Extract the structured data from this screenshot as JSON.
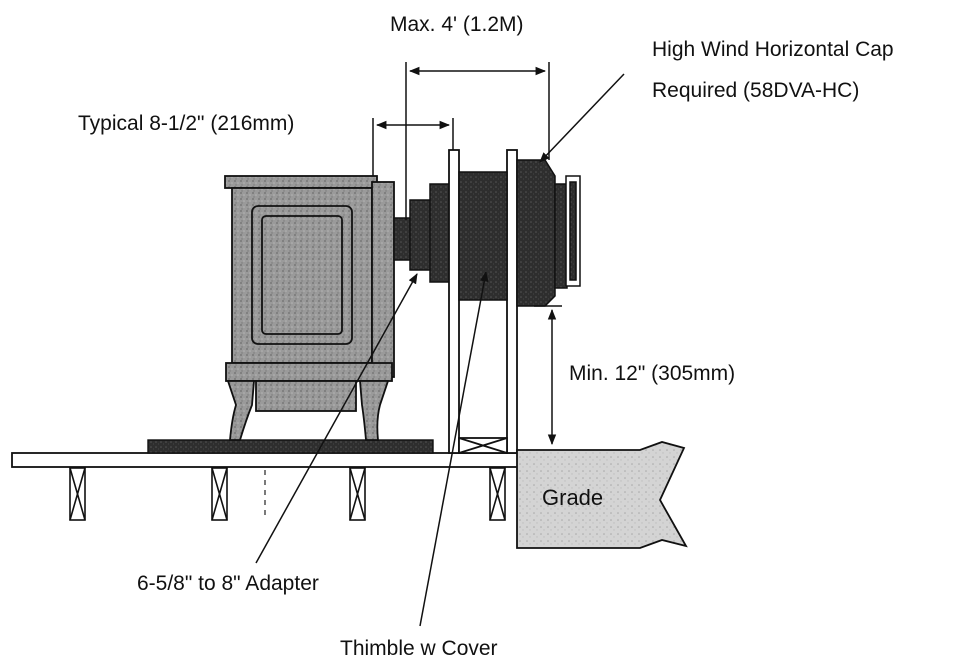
{
  "labels": {
    "max_distance": "Max. 4' (1.2M)",
    "cap_line1": "High Wind Horizontal Cap",
    "cap_line2": "Required (58DVA-HC)",
    "typical_distance": "Typical 8-1/2\" (216mm)",
    "min_clearance": "Min. 12\" (305mm)",
    "grade": "Grade",
    "adapter": "6-5/8\" to 8\" Adapter",
    "thimble": "Thimble w Cover"
  },
  "colors": {
    "line": "#111111",
    "stove_fill": "#8a8a8a",
    "pipe_fill": "#2a2a2a",
    "grade_fill": "#cfcfcf",
    "hearth_fill": "#3a3a3a"
  }
}
